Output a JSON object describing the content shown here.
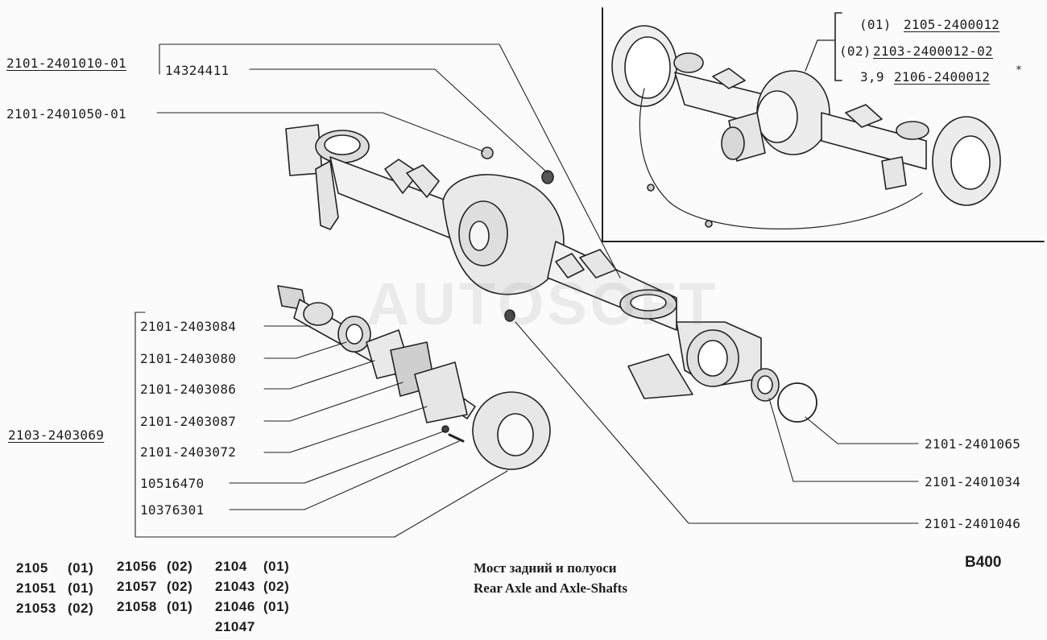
{
  "watermark": "AUTOSOFT",
  "diagram_code": "B400",
  "title_ru": "Мост задний и полуоси",
  "title_en": "Rear Axle and Axle-Shafts",
  "axle_assembly": {
    "part_no": "2101-2401010-01",
    "sub_part_no": "14324411"
  },
  "breather": "2101-2401050-01",
  "inset_variants": [
    {
      "code": "(01)",
      "part_no": "2105-2400012"
    },
    {
      "code": "(02)",
      "part_no": "2103-2400012-02"
    },
    {
      "code": "3,9",
      "part_no": "2106-2400012",
      "mark": "*"
    }
  ],
  "axle_shaft_assembly": "2103-2403069",
  "axle_shaft_parts": [
    "2101-2403084",
    "2101-2403080",
    "2101-2403086",
    "2101-2403087",
    "2101-2403072",
    "10516470",
    "10376301"
  ],
  "right_parts": [
    "2101-2401065",
    "2101-2401034",
    "2101-2401046"
  ],
  "applicability": [
    [
      {
        "model": "2105",
        "code": "(01)"
      },
      {
        "model": "21051",
        "code": "(01)"
      },
      {
        "model": "21053",
        "code": "(02)"
      }
    ],
    [
      {
        "model": "21056",
        "code": "(02)"
      },
      {
        "model": "21057",
        "code": "(02)"
      },
      {
        "model": "21058",
        "code": "(01)"
      }
    ],
    [
      {
        "model": "2104",
        "code": "(01)"
      },
      {
        "model": "21043",
        "code": "(02)"
      },
      {
        "model": "21046",
        "code": "(01)"
      },
      {
        "model": "21047",
        "code": ""
      }
    ]
  ]
}
